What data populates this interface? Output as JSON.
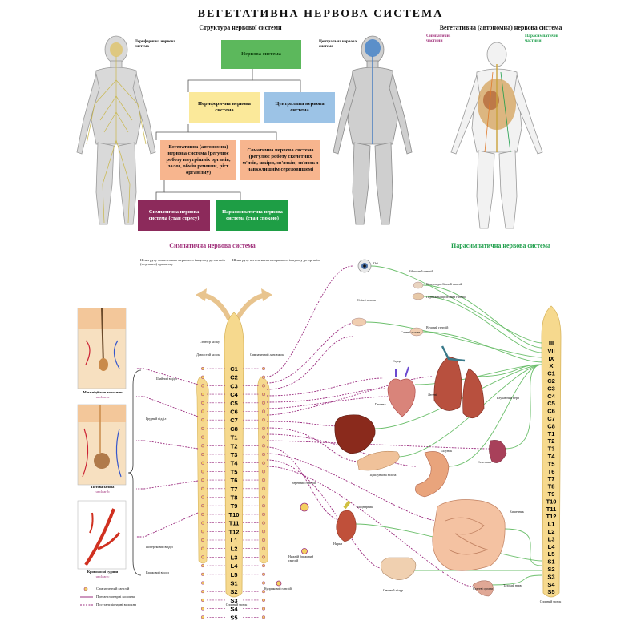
{
  "title": "ВЕГЕТАТИВНА НЕРВОВА СИСТЕМА",
  "structure_title": "Структура нервової системи",
  "labels": {
    "peripheral_top": "Периферична нервова система",
    "central_top": "Центральна нервова система",
    "autonomic_title": "Вегетативна (автономна) нервова система",
    "sympathetic_chain": "Симпатичні частини",
    "parasympathetic_chain": "Парасимпатичні частини"
  },
  "boxes": {
    "nervous_system": "Нервова система",
    "peripheral": "Периферична нервова система",
    "central": "Центральна нервова система",
    "autonomic": "Вегетативна (автономна) нервова система (регулює роботу внутрішніх органів, залоз, обмін речовин, ріст організму)",
    "somatic": "Соматична нервова система (регулює роботу скелетних м'язів, шкіри, зв'язків; зв'язок з навколишнім середовищем)",
    "sympathetic": "Симпатична нервова система (стан стресу)",
    "parasympathetic": "Парасимпатична нервова система (стан спокою)"
  },
  "headings": {
    "sympathetic": "Симпатична нервова система",
    "parasympathetic": "Парасимпатична нервова система"
  },
  "notes": {
    "left_a": "Шлях руху соматичного нервового імпульсу до органів (з'єднання) організму",
    "left_b": "Шлях руху вегетативного нервового імпульсу до органів"
  },
  "spine_left": [
    "C1",
    "C2",
    "C3",
    "C4",
    "C5",
    "C6",
    "C7",
    "C8",
    "T1",
    "T2",
    "T3",
    "T4",
    "T5",
    "T6",
    "T7",
    "T8",
    "T9",
    "T10",
    "T11",
    "T12",
    "L1",
    "L2",
    "L3",
    "L4",
    "L5",
    "S1",
    "S2",
    "S3",
    "S4",
    "S5"
  ],
  "spine_right": [
    "III",
    "VII",
    "IX",
    "X",
    "C1",
    "C2",
    "C3",
    "C4",
    "C5",
    "C6",
    "C7",
    "C8",
    "T1",
    "T2",
    "T3",
    "T4",
    "T5",
    "T6",
    "T7",
    "T8",
    "T9",
    "T10",
    "T11",
    "T12",
    "L1",
    "L2",
    "L3",
    "L4",
    "L5",
    "S1",
    "S2",
    "S3",
    "S4",
    "S5"
  ],
  "spine_top_labels": {
    "brain_stem": "Стовбур мозку",
    "medulla": "Довгастий мозок",
    "cervical": "Шийний відділ",
    "thoracic": "Грудний відділ",
    "lumbar": "Поперековий відділ",
    "sacral": "Крижовий відділ",
    "spinal_cord": "Спинний мозок",
    "chain": "Симпатичний ланцюжок"
  },
  "skin_captions": [
    "М'яз-підіймач волосини",
    "Потова залоза",
    "Кровоносні судини"
  ],
  "skin_subcaptions": [
    "unclear-a",
    "unclear-b",
    "unclear-c"
  ],
  "organ_labels": {
    "eye": "Очі",
    "lacrimal": "Слізні залози",
    "salivary": "Слинні залози",
    "heart": "Серце",
    "lungs": "Легені",
    "liver": "Печінка",
    "stomach": "Шлунок",
    "pancreas": "Підшлункова залоза",
    "spleen": "Селезінка",
    "adrenal": "Наднирник",
    "kidney": "Нирки",
    "intestine": "Кишечник",
    "bladder": "Сечовий міхур",
    "genitals": "Статеві органи",
    "celiac": "Черевний ганглій",
    "ciliary": "Війчастий ганглій",
    "pterygo": "Крилопіднебінний ганглій",
    "submandibular": "Піднижньощелепний ганглій",
    "otic": "Вушний ганглій",
    "inferior_mes": "Нижній брижовий ганглій",
    "pelvic": "Тазовий нерв",
    "vagus": "Блукаючий нерв",
    "coccyx": "Куприковий ганглій"
  },
  "legend": [
    "Симпатичний ганглій",
    "Прегангліонарні волокна",
    "Постгангліонарні волокна"
  ],
  "colors": {
    "sympathetic": "#9b2d7f",
    "parasympathetic": "#5cb85c",
    "spine": "#f6d98e"
  }
}
